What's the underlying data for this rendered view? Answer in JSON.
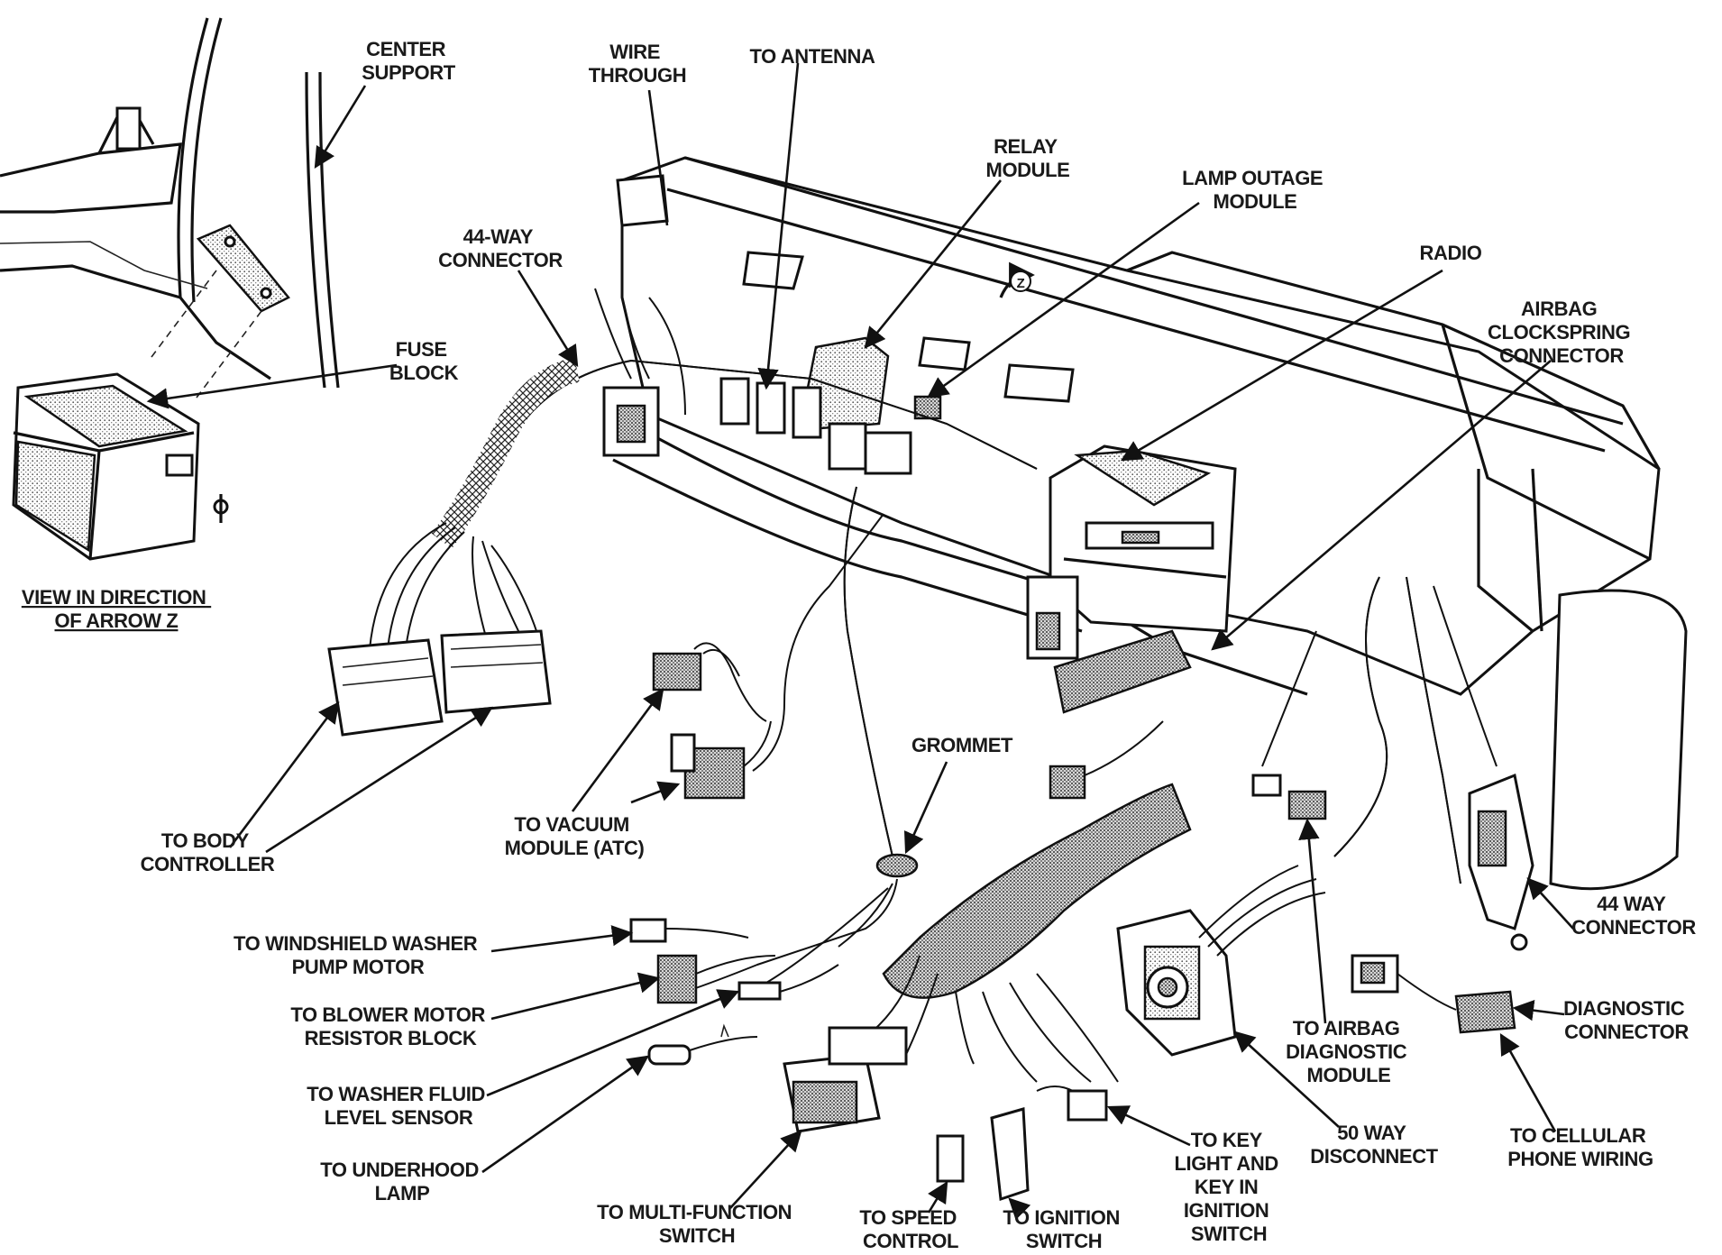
{
  "labels": {
    "center_support": [
      "CENTER",
      "SUPPORT"
    ],
    "wire_through": [
      "WIRE",
      "THROUGH"
    ],
    "to_antenna": [
      "TO ANTENNA"
    ],
    "relay_module": [
      "RELAY",
      "MODULE"
    ],
    "lamp_outage_module": [
      "LAMP OUTAGE",
      "MODULE"
    ],
    "radio": [
      "RADIO"
    ],
    "airbag_clockspring_connector": [
      "AIRBAG",
      "CLOCKSPRING",
      "CONNECTOR"
    ],
    "connector_44_way_left": [
      "44-WAY",
      "CONNECTOR"
    ],
    "fuse_block": [
      "FUSE",
      "BLOCK"
    ],
    "view_arrow_z": [
      "VIEW IN DIRECTION",
      "OF ARROW Z"
    ],
    "to_body_controller": [
      "TO BODY",
      "CONTROLLER"
    ],
    "to_vacuum_module": [
      "TO VACUUM",
      "MODULE (ATC)"
    ],
    "grommet": [
      "GROMMET"
    ],
    "to_windshield_washer": [
      "TO WINDSHIELD WASHER",
      "PUMP MOTOR"
    ],
    "to_blower_motor": [
      "TO BLOWER MOTOR",
      "RESISTOR BLOCK"
    ],
    "to_washer_fluid": [
      "TO WASHER FLUID",
      "LEVEL SENSOR"
    ],
    "to_underhood_lamp": [
      "TO UNDERHOOD",
      "LAMP"
    ],
    "to_multi_function": [
      "TO MULTI-FUNCTION",
      "SWITCH"
    ],
    "to_speed_control": [
      "TO SPEED",
      "CONTROL"
    ],
    "to_ignition_switch": [
      "TO IGNITION",
      "SWITCH"
    ],
    "to_key_light": [
      "TO KEY",
      "LIGHT AND",
      "KEY IN",
      "IGNITION",
      "SWITCH"
    ],
    "disconnect_50_way": [
      "50 WAY",
      "DISCONNECT"
    ],
    "to_airbag_diagnostic": [
      "TO AIRBAG",
      "DIAGNOSTIC",
      "MODULE"
    ],
    "to_cellular": [
      "TO CELLULAR",
      "PHONE WIRING"
    ],
    "diagnostic_connector": [
      "DIAGNOSTIC",
      "CONNECTOR"
    ],
    "connector_44_way_right": [
      "44 WAY",
      "CONNECTOR"
    ]
  },
  "arrow_marker": "Z"
}
